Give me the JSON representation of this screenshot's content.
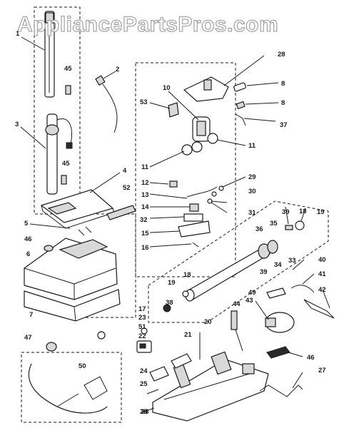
{
  "watermark": "AppliancePartsPros.com",
  "callouts": {
    "c1": "1",
    "c2": "2",
    "c3": "3",
    "c4": "4",
    "c5": "5",
    "c6": "6",
    "c7": "7",
    "c8a": "8",
    "c8b": "8",
    "c10": "10",
    "c11a": "11",
    "c11b": "11",
    "c12": "12",
    "c13": "13",
    "c14": "14",
    "c15": "15",
    "c16": "16",
    "c17": "17",
    "c18a": "18",
    "c18b": "18",
    "c19a": "19",
    "c19b": "19",
    "c20": "20",
    "c21": "21",
    "c22": "22",
    "c23": "23",
    "c24": "24",
    "c25": "25",
    "c26": "26",
    "c27": "27",
    "c28a": "28",
    "c28b": "28",
    "c29": "29",
    "c30": "30",
    "c31": "31",
    "c32": "32",
    "c33": "33",
    "c34": "34",
    "c35": "35",
    "c36": "36",
    "c37": "37",
    "c38": "38",
    "c39a": "39",
    "c39b": "39",
    "c40": "40",
    "c41": "41",
    "c42": "42",
    "c43": "43",
    "c44": "44",
    "c45a": "45",
    "c45b": "45",
    "c46a": "46",
    "c46b": "46",
    "c47": "47",
    "c49": "49",
    "c50": "50",
    "c51": "51",
    "c52": "52",
    "c53": "53"
  }
}
